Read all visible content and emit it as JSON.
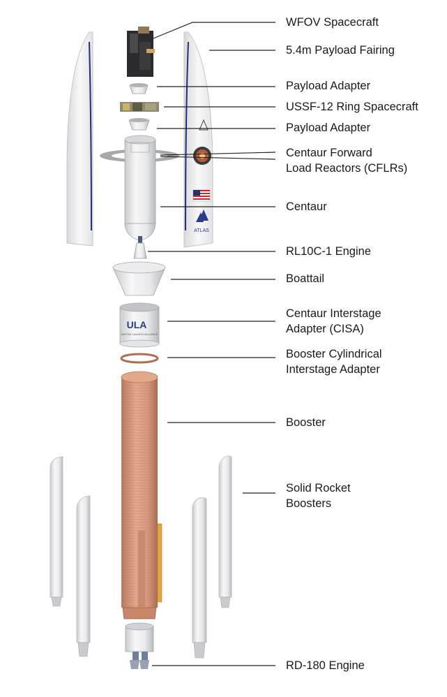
{
  "labels": {
    "wfov": "WFOV Spacecraft",
    "fairing": "5.4m Payload Fairing",
    "payload_adapter_1": "Payload Adapter",
    "ring_spacecraft": "USSF-12 Ring Spacecraft",
    "payload_adapter_2": "Payload Adapter",
    "cflr_line1": "Centaur Forward",
    "cflr_line2": "Load Reactors (CFLRs)",
    "centaur": "Centaur",
    "rl10": "RL10C-1 Engine",
    "boattail": "Boattail",
    "cisa_line1": "Centaur Interstage",
    "cisa_line2": "Adapter (CISA)",
    "bcia_line1": "Booster Cylindrical",
    "bcia_line2": "Interstage Adapter",
    "booster": "Booster",
    "srb_line1": "Solid Rocket",
    "srb_line2": "Boosters",
    "rd180": "RD-180 Engine"
  },
  "decals": {
    "ula_logo": "ULA",
    "ula_tagline": "UNITED LAUNCH ALLIANCE",
    "atlas_logo": "ATLAS"
  },
  "colors": {
    "booster": "#d79a7c",
    "fairing_stripe": "#1f2f7a",
    "leader_line": "#222222"
  }
}
